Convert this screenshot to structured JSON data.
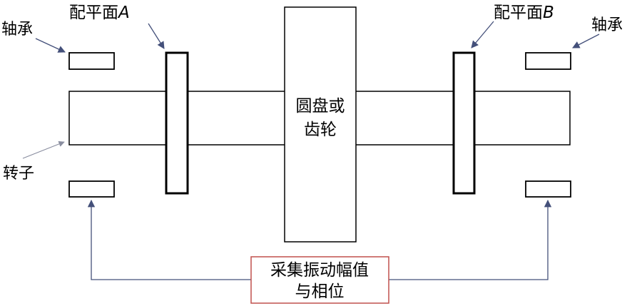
{
  "labels": {
    "bearing_left": "轴承",
    "bearing_right": "轴承",
    "rotor": "转子",
    "plane_a_prefix": "配平面",
    "plane_a_letter": "A",
    "plane_b_prefix": "配平面",
    "plane_b_letter": "B",
    "disc_line1": "圆盘或",
    "disc_line2": "齿轮",
    "measure_line1": "采集振动幅值",
    "measure_line2": "与相位"
  },
  "colors": {
    "stroke": "#000000",
    "arrow": "#44507a",
    "gray_arrow": "#8a8ea0",
    "measure_border": "#c0504d",
    "background": "#ffffff"
  }
}
